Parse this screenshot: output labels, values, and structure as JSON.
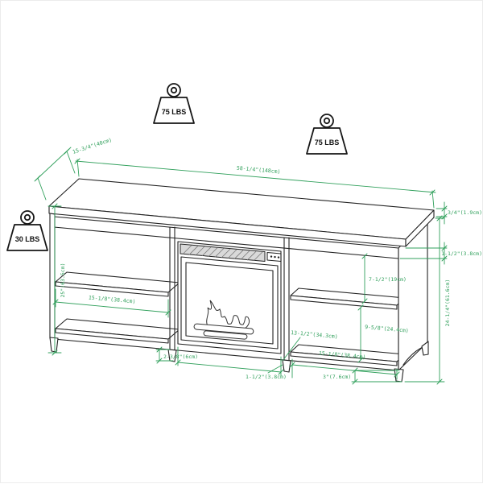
{
  "diagram": {
    "weights": {
      "top_left": "75 LBS",
      "top_right": "75 LBS",
      "side_left": "30 LBS"
    },
    "dims": {
      "top_depth": "15-3/4\"(40cm)",
      "top_width": "58-1/4\"(148cm)",
      "top_thickness": "3/4\"(1.9cm)",
      "apron_height": "1-1/2\"(3.8cm)",
      "right_opening_height": "7-1/2\"(19cm)",
      "body_height": "24-1/4\"(61.6cm)",
      "total_height": "25\"(63.5cm)",
      "left_shelf_width": "15-1/8\"(38.4cm)",
      "fireplace_width": "13-1/2\"(34.3cm)",
      "right_lower_opening_height": "9-5/8\"(24.4cm)",
      "right_shelf_width": "15-1/8\"(38.4cm)",
      "left_leg_height": "2-3/8\"(6cm)",
      "center_divider_width": "1-1/2\"(3.8cm)",
      "right_leg_height": "3\"(7.6cm)"
    },
    "colors": {
      "line": "#232323",
      "dimension_green": "#31a05c",
      "grill_fill": "#d9d9d9"
    }
  }
}
